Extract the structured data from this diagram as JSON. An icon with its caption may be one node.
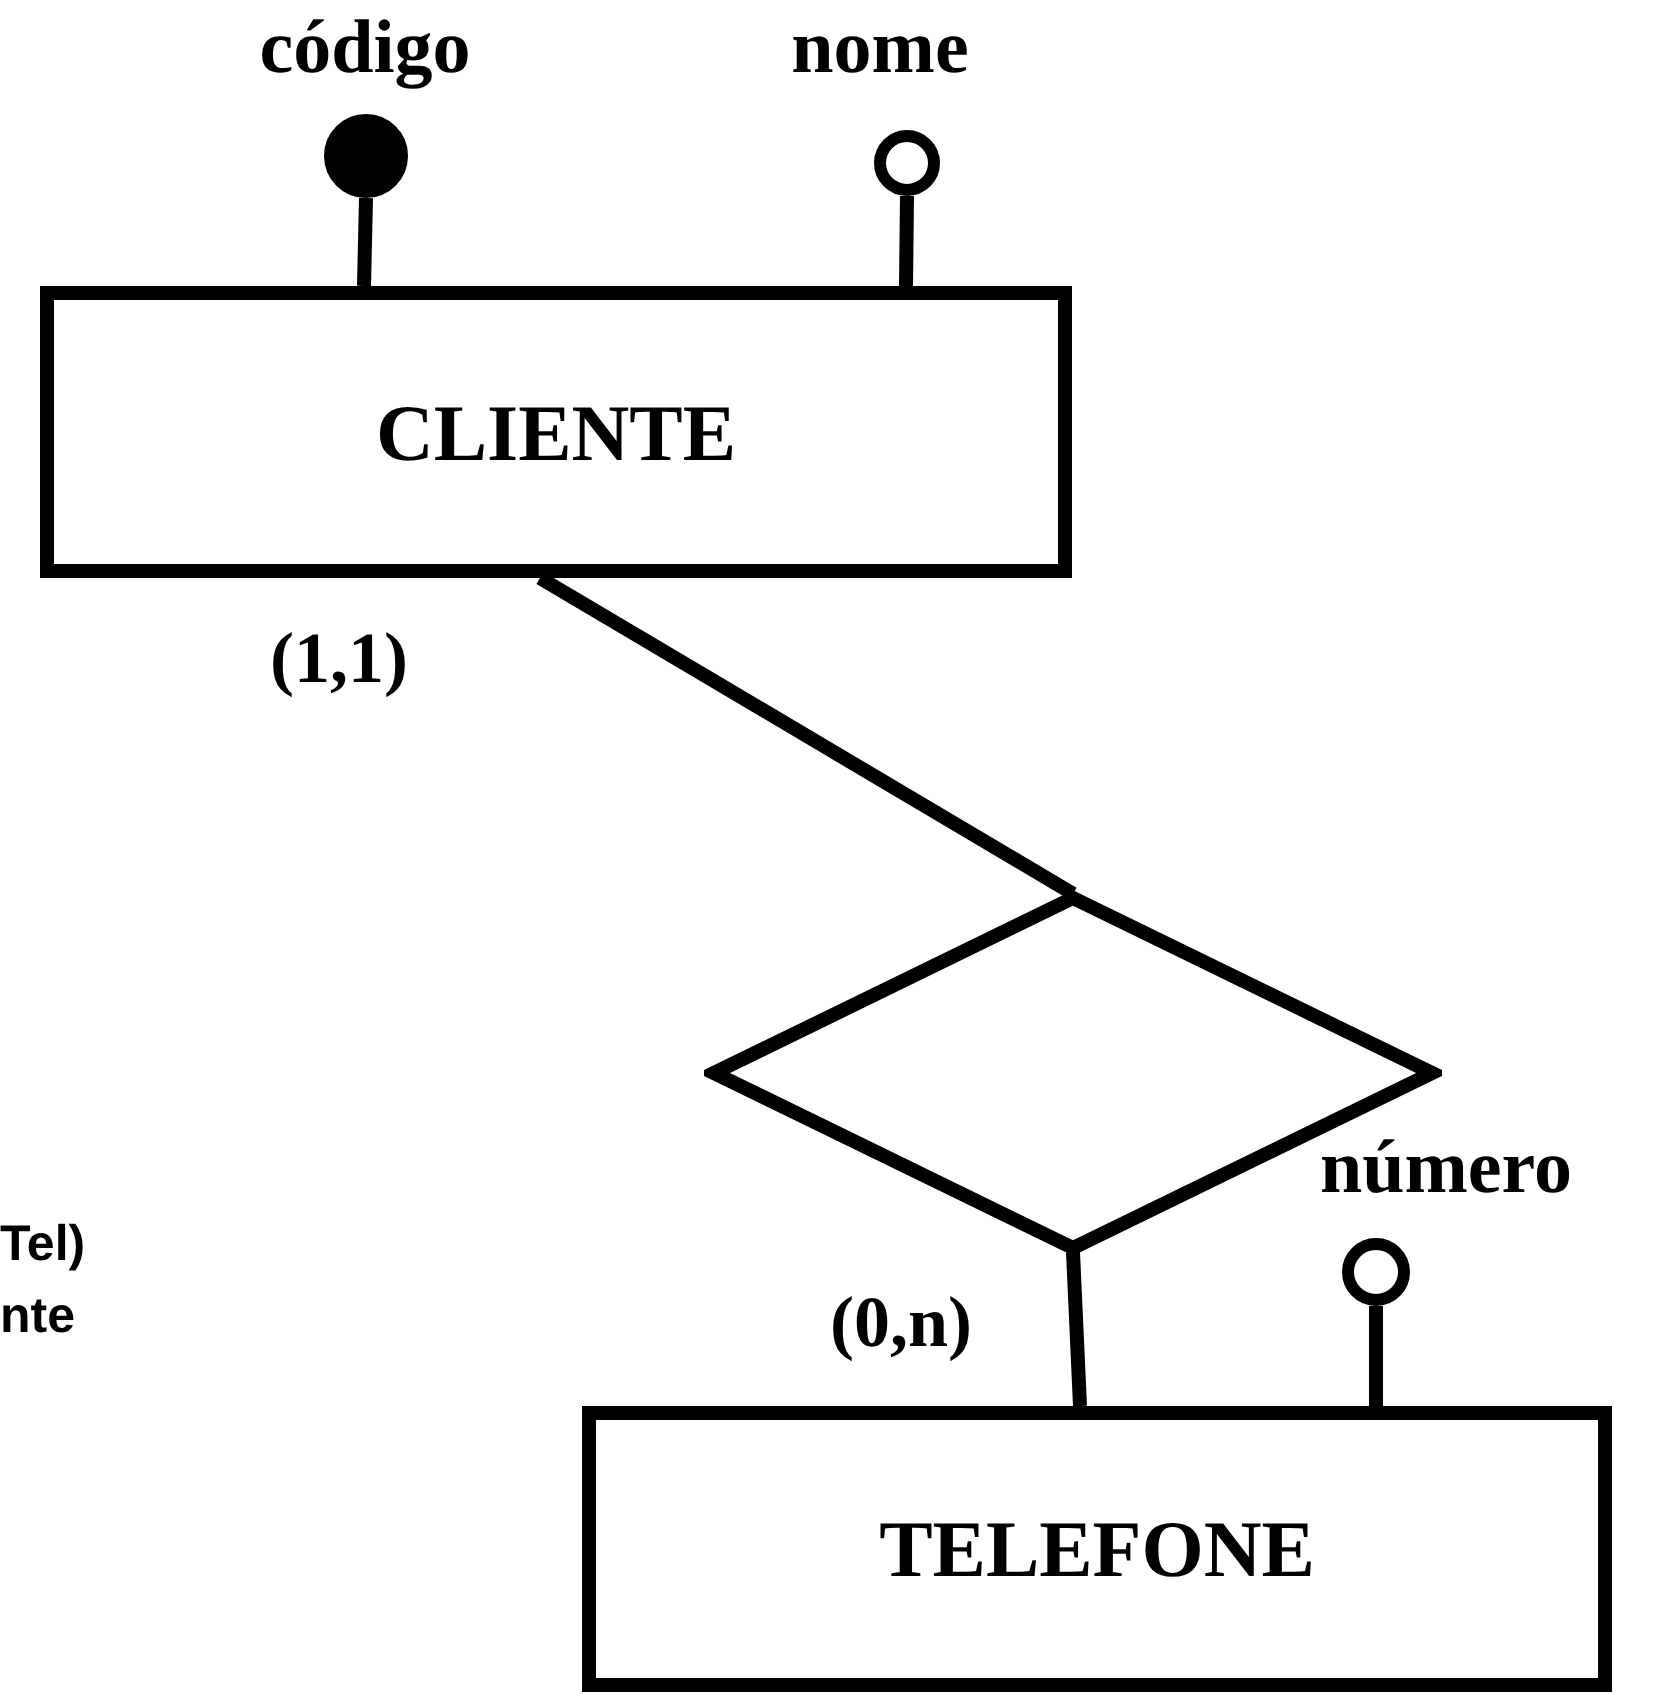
{
  "diagram": {
    "nodes": [
      {
        "text": [],
        "shape": "dot",
        "beside": [
          "código"
        ]
      },
      {
        "text": [],
        "shape": "circle",
        "beside": [
          "nome"
        ]
      },
      {
        "text": [
          "CLIENTE"
        ]
      },
      {
        "text": [],
        "shape": "diamond"
      },
      {
        "text": [],
        "shape": "circle"
      },
      {
        "text": [
          "TELEFONE"
        ]
      }
    ],
    "edges": [
      {
        "from": 0,
        "to": 2,
        "arrow": "none"
      },
      {
        "from": 1,
        "to": 2,
        "arrow": "none"
      },
      {
        "from": 2,
        "to": 3,
        "arrow": "none",
        "label": "(1,1)"
      },
      {
        "from": 3,
        "to": 5,
        "arrow": "none",
        "label": "(0,n)"
      },
      {
        "from": 4,
        "to": 5,
        "arrow": "none"
      }
    ],
    "labels": [
      "número",
      "Tel)",
      "nte"
    ]
  }
}
